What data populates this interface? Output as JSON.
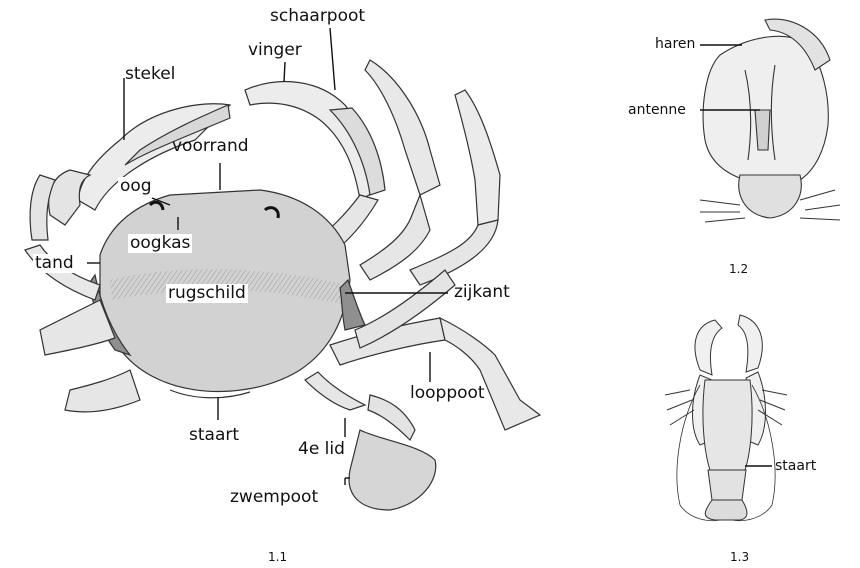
{
  "figure_1_1": {
    "caption": "1.1",
    "labels": {
      "schaarpoot": "schaarpoot",
      "vinger": "vinger",
      "stekel": "stekel",
      "voorrand": "voorrand",
      "oog": "oog",
      "oogkas": "oogkas",
      "tand": "tand",
      "rugschild": "rugschild",
      "zijkant": "zijkant",
      "looppoot": "looppoot",
      "staart": "staart",
      "vierde_lid": "4e lid",
      "zwempoot": "zwempoot"
    }
  },
  "figure_1_2": {
    "caption": "1.2",
    "labels": {
      "haren": "haren",
      "antenne": "antenne"
    }
  },
  "figure_1_3": {
    "caption": "1.3",
    "labels": {
      "staart": "staart"
    }
  }
}
